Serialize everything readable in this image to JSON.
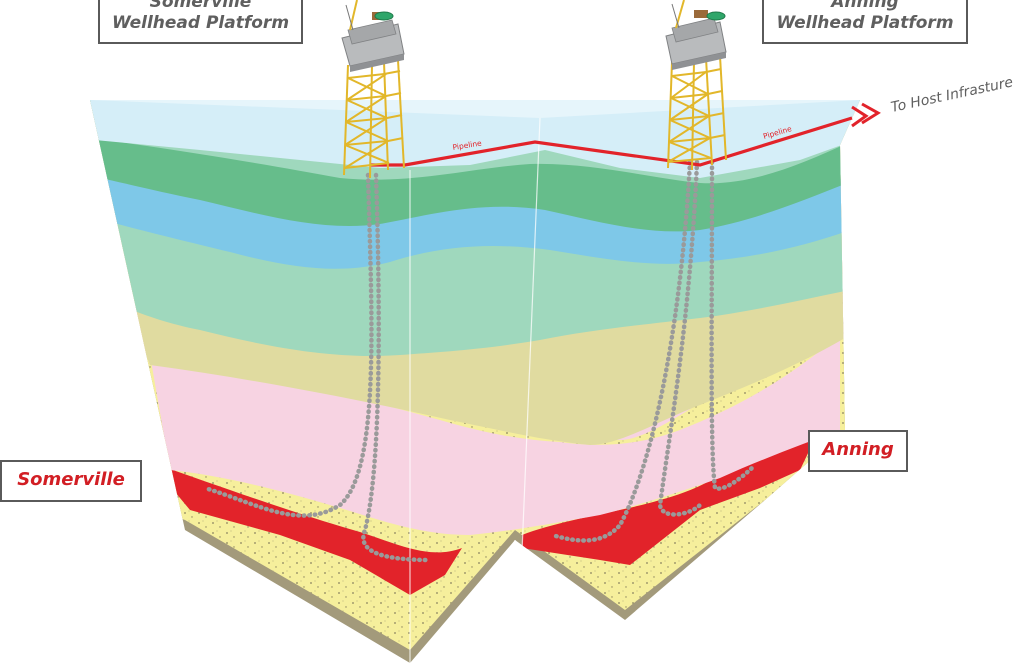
{
  "platforms": [
    {
      "id": "somerville",
      "label_line1": "Somerville",
      "label_line2": "Wellhead Platform"
    },
    {
      "id": "anning",
      "label_line1": "Anning",
      "label_line2": "Wellhead Platform"
    }
  ],
  "fields": [
    {
      "id": "somerville",
      "label": "Somerville"
    },
    {
      "id": "anning",
      "label": "Anning"
    }
  ],
  "pipeline": {
    "segment_label": "Pipeline",
    "export_label": "To Host Infrasture"
  },
  "colors": {
    "sea": "#d5eef8",
    "green_band": "#66bd8b",
    "blue_band": "#7ec8e8",
    "mint_band": "#9fd8bd",
    "olive_band": "#e0dba0",
    "pink_band": "#f7d3e2",
    "reservoir": "#e2232a",
    "sand": "#f6ef9c",
    "base": "#a39a7b",
    "pipeline": "#e2232a",
    "platform_leg": "#e2b72a",
    "deck": "#b9bbbd",
    "wellbore": "#9a9a9a",
    "label_red": "#d21e24",
    "label_grey": "#5f5f5f"
  }
}
